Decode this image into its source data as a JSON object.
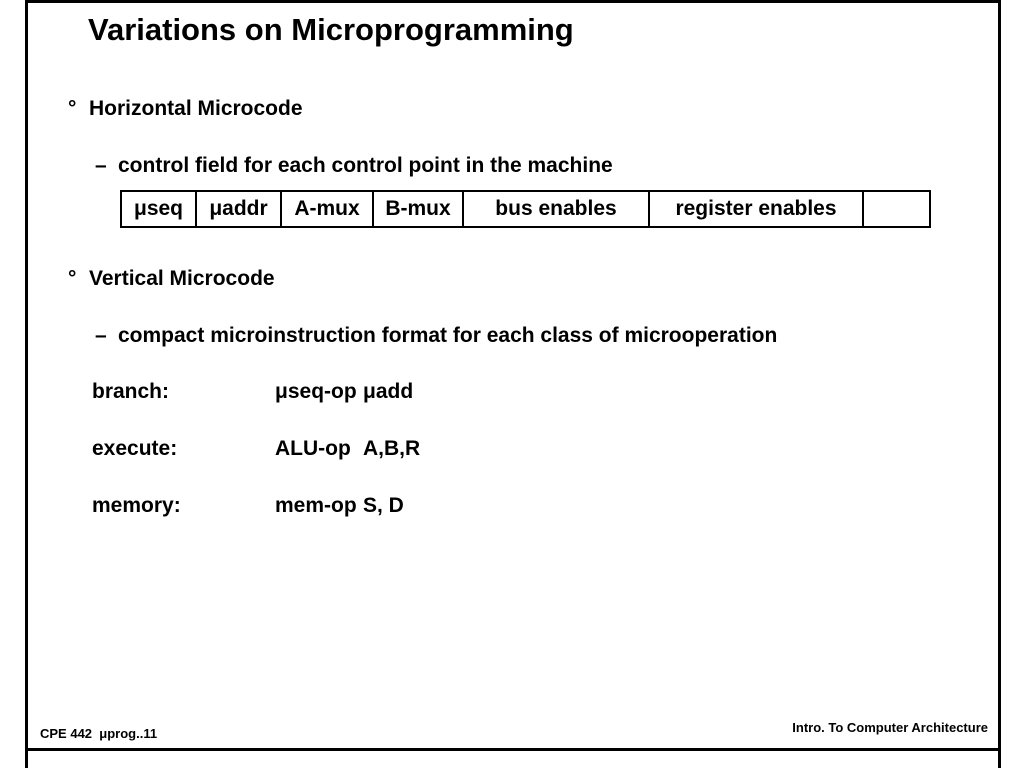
{
  "title": "Variations on Microprogramming",
  "sections": {
    "horizontal": {
      "marker": "°",
      "heading": "Horizontal Microcode",
      "sub_marker": "–",
      "sub_text": "control field for each control point in the machine",
      "table_cells": [
        "μseq",
        "μaddr",
        "A-mux",
        "B-mux",
        "bus enables",
        "register enables",
        ""
      ]
    },
    "vertical": {
      "marker": "°",
      "heading": "Vertical Microcode",
      "sub_marker": "–",
      "sub_text": "compact microinstruction format for each class of microoperation",
      "formats": [
        {
          "label": "branch:",
          "op": "μseq-op",
          "operands": "μadd"
        },
        {
          "label": "execute:",
          "op": "ALU-op",
          "operands": "A,B,R"
        },
        {
          "label": "memory:",
          "op": "mem-op",
          "operands": "S, D"
        }
      ]
    }
  },
  "footer": {
    "left": "CPE 442  μprog..11",
    "right": "Intro. To Computer Architecture"
  }
}
